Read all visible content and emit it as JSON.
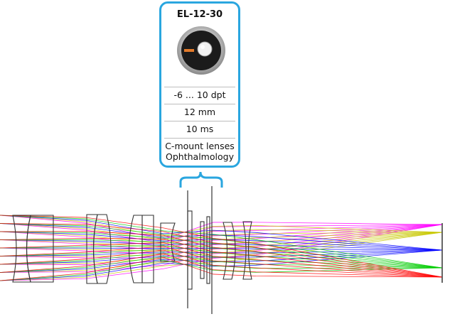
{
  "product": {
    "name": "EL-12-30",
    "specs": [
      {
        "key": "range",
        "value": "-6 ... 10 dpt"
      },
      {
        "key": "aperture",
        "value": "12 mm"
      },
      {
        "key": "response",
        "value": "10 ms"
      }
    ],
    "applications": [
      "C-mount lenses",
      "Ophthalmology"
    ]
  },
  "colors": {
    "accent": "#2aa6df",
    "rays": [
      "#ff00ff",
      "#c8c800",
      "#0000ff",
      "#00cc00",
      "#ff0000",
      "#ff8800",
      "#00aaaa",
      "#8800ff"
    ],
    "lens_outline": "#333333"
  }
}
